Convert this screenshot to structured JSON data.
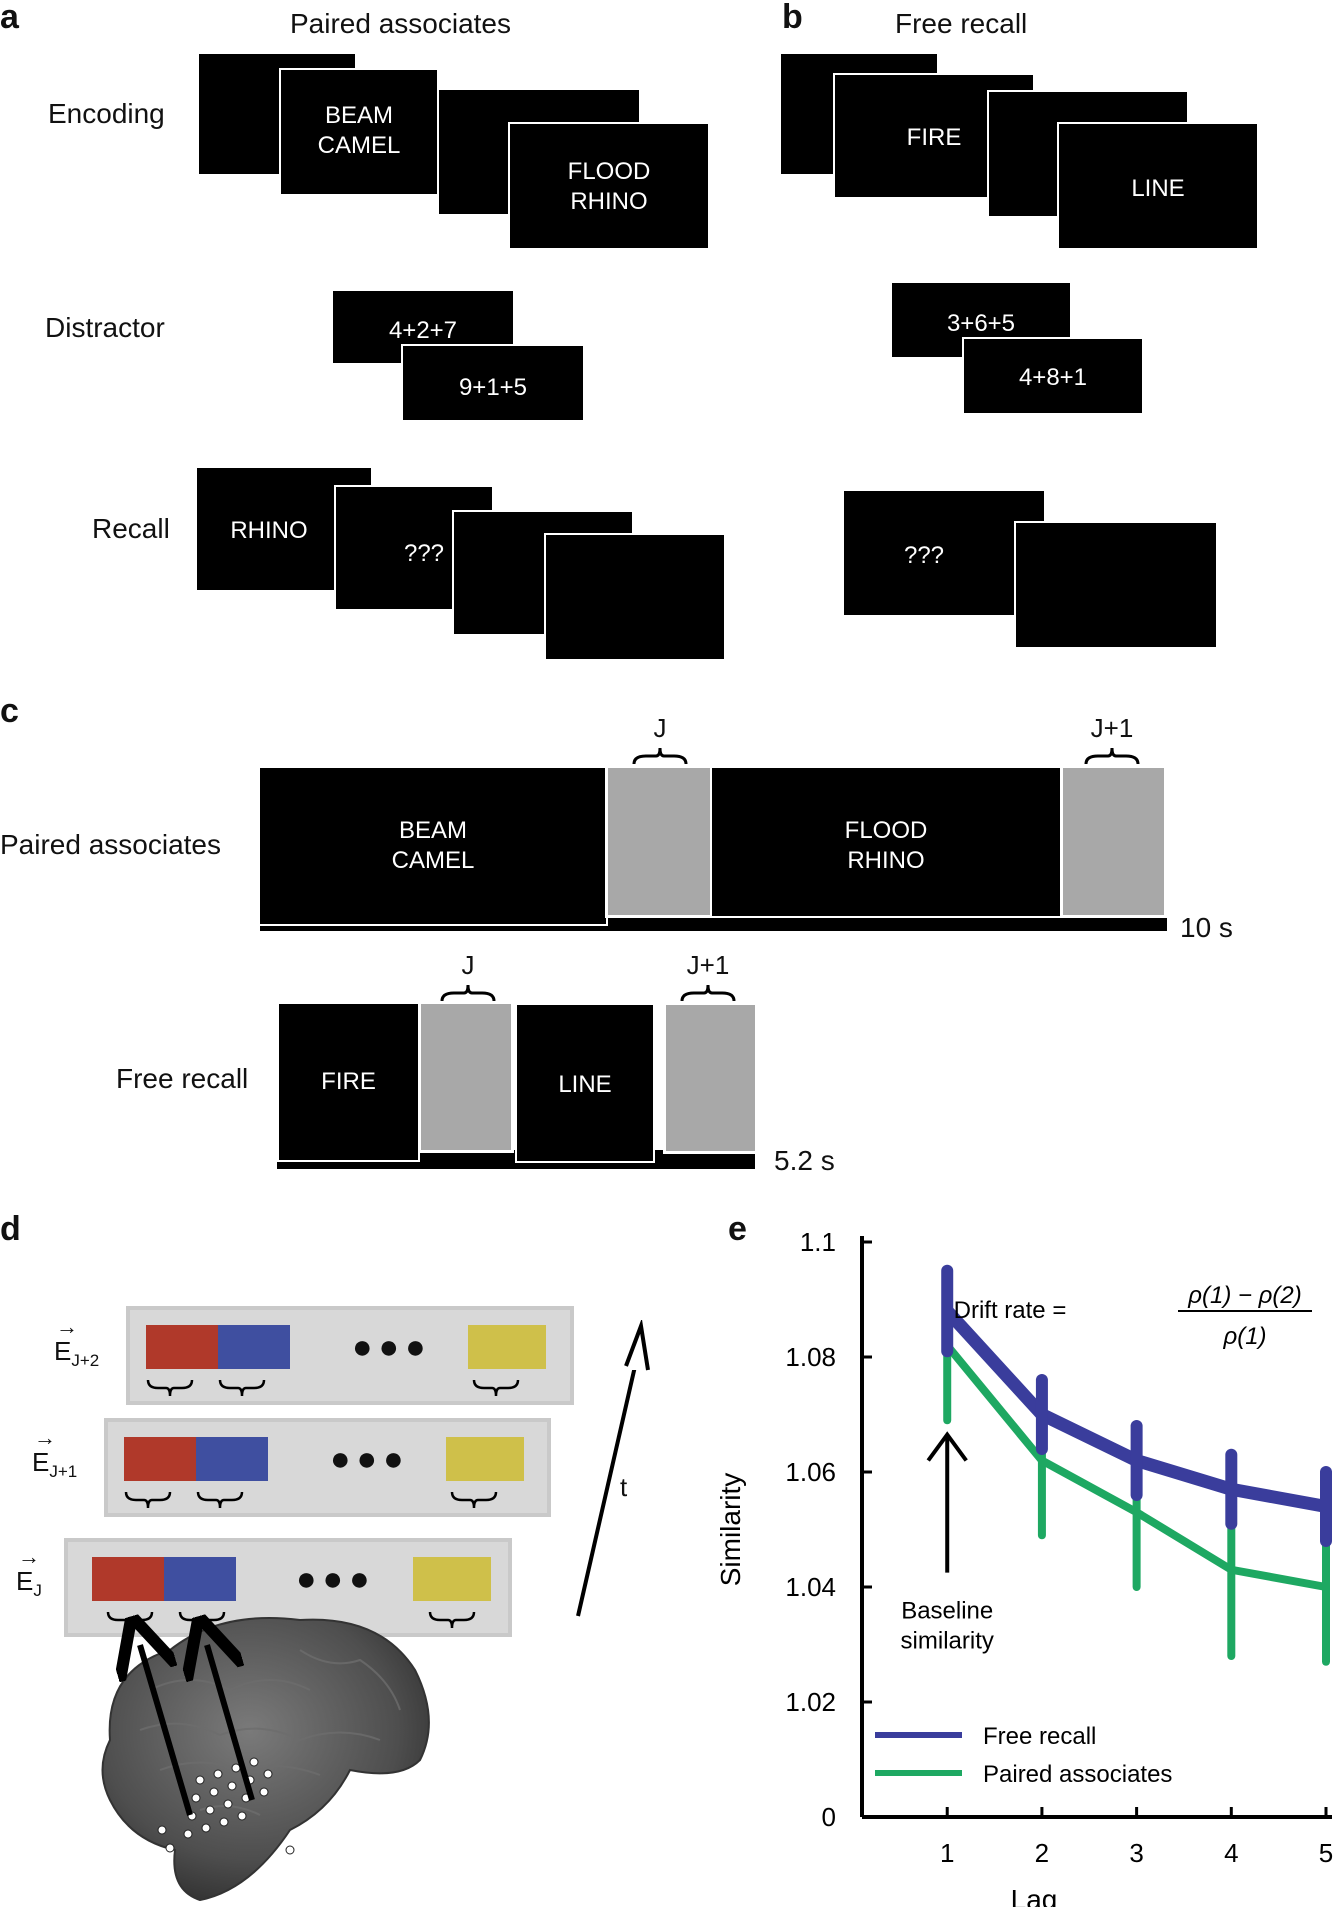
{
  "panels": {
    "a": {
      "label": "a",
      "title": "Paired associates"
    },
    "b": {
      "label": "b",
      "title": "Free recall"
    },
    "c": {
      "label": "c"
    },
    "d": {
      "label": "d"
    },
    "e": {
      "label": "e"
    }
  },
  "rows": {
    "encoding": "Encoding",
    "distractor": "Distractor",
    "recall": "Recall"
  },
  "panel_a": {
    "encoding_screens": [
      "",
      "BEAM\nCAMEL",
      "",
      "FLOOD\nRHINO"
    ],
    "distractor_screens": [
      "4+2+7",
      "9+1+5"
    ],
    "recall_screens": [
      "RHINO",
      "???",
      "",
      ""
    ]
  },
  "panel_b": {
    "encoding_screens": [
      "",
      "FIRE",
      "",
      "LINE"
    ],
    "distractor_screens": [
      "3+6+5",
      "4+8+1"
    ],
    "recall_screens": [
      "???",
      ""
    ]
  },
  "panel_c": {
    "paired": {
      "label": "Paired associates",
      "screens": [
        "BEAM\nCAMEL",
        "FLOOD\nRHINO"
      ],
      "braces": [
        "J",
        "J+1"
      ],
      "duration": "10 s"
    },
    "free": {
      "label": "Free recall",
      "screens": [
        "FIRE",
        "LINE"
      ],
      "braces": [
        "J",
        "J+1"
      ],
      "duration": "5.2 s"
    }
  },
  "panel_d": {
    "vectors": [
      {
        "name": "E",
        "sub": "J+2"
      },
      {
        "name": "E",
        "sub": "J+1"
      },
      {
        "name": "E",
        "sub": "J"
      }
    ],
    "cell_colors": [
      "#b0392a",
      "#3f4fa0",
      "#cfc04a"
    ],
    "ellipsis": "●●●",
    "time_label": "t"
  },
  "chart_data": {
    "type": "line",
    "xlabel": "Lag",
    "ylabel": "Similarity",
    "x": [
      1,
      2,
      3,
      4,
      5
    ],
    "xlim": [
      0.1,
      5
    ],
    "ylim": [
      1.0,
      1.1
    ],
    "yticks": [
      "0",
      "1.02",
      "1.04",
      "1.06",
      "1.08",
      "1.1"
    ],
    "ytick_values": [
      1.0,
      1.02,
      1.04,
      1.06,
      1.08,
      1.1
    ],
    "xticks": [
      "1",
      "2",
      "3",
      "4",
      "5"
    ],
    "series": [
      {
        "name": "Free recall",
        "color": "#3a3d9c",
        "values": [
          1.088,
          1.07,
          1.062,
          1.057,
          1.054
        ],
        "errors": [
          0.007,
          0.006,
          0.006,
          0.006,
          0.006
        ]
      },
      {
        "name": "Paired associates",
        "color": "#1ea862",
        "values": [
          1.082,
          1.062,
          1.053,
          1.043,
          1.04
        ],
        "errors": [
          0.013,
          0.013,
          0.013,
          0.015,
          0.013
        ]
      }
    ],
    "legend": "bottom-left",
    "annotation": {
      "text": "Baseline\nsimilarity",
      "x": 1
    },
    "formula": {
      "prefix": "Drift rate =",
      "numerator": "ρ(1) − ρ(2)",
      "denominator": "ρ(1)"
    }
  }
}
